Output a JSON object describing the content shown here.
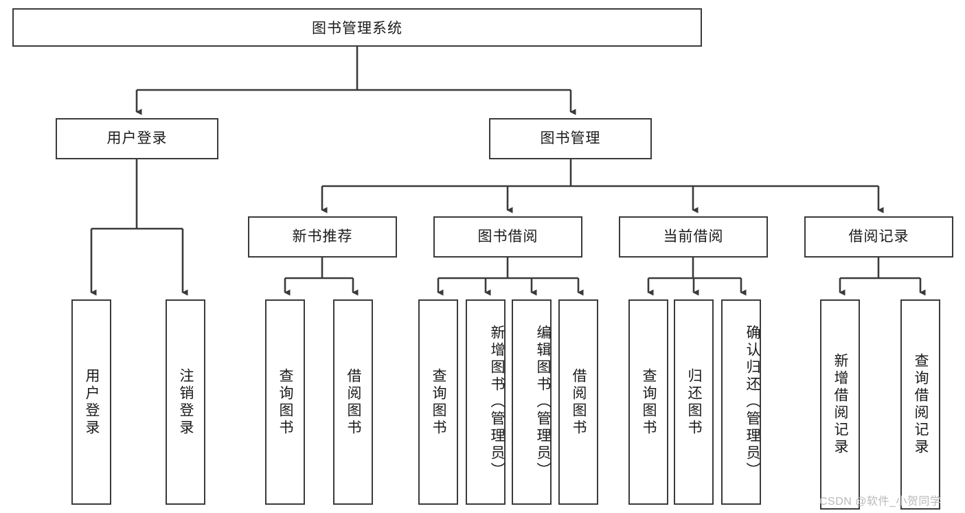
{
  "diagram": {
    "title": "图书管理系统",
    "type": "tree-hierarchy",
    "root": {
      "label": "图书管理系统"
    },
    "level2": [
      {
        "label": "用户登录"
      },
      {
        "label": "图书管理"
      }
    ],
    "level3": [
      {
        "label": "新书推荐",
        "parent": "图书管理"
      },
      {
        "label": "图书借阅",
        "parent": "图书管理"
      },
      {
        "label": "当前借阅",
        "parent": "图书管理"
      },
      {
        "label": "借阅记录",
        "parent": "图书管理"
      }
    ],
    "leaves": {
      "user_login": [
        {
          "label": "用户登录"
        },
        {
          "label": "注销登录"
        }
      ],
      "new_book_recommend": [
        {
          "label": "查询图书"
        },
        {
          "label": "借阅图书"
        }
      ],
      "book_borrow": [
        {
          "label": "查询图书"
        },
        {
          "label": "新增图书（管理员）"
        },
        {
          "label": "编辑图书（管理员）"
        },
        {
          "label": "借阅图书"
        }
      ],
      "current_borrow": [
        {
          "label": "查询图书"
        },
        {
          "label": "归还图书"
        },
        {
          "label": "确认归还（管理员）"
        }
      ],
      "borrow_record": [
        {
          "label": "新增借阅记录"
        },
        {
          "label": "查询借阅记录"
        }
      ]
    }
  },
  "watermark": {
    "text": "CSDN @软件_小贺同学"
  },
  "colors": {
    "background": "#ffffff",
    "node_border": "#3a3a3a",
    "node_fill": "#ffffff",
    "text": "#1a1a1a",
    "connector": "#3a3a3a",
    "watermark": "#b9b9b9"
  }
}
